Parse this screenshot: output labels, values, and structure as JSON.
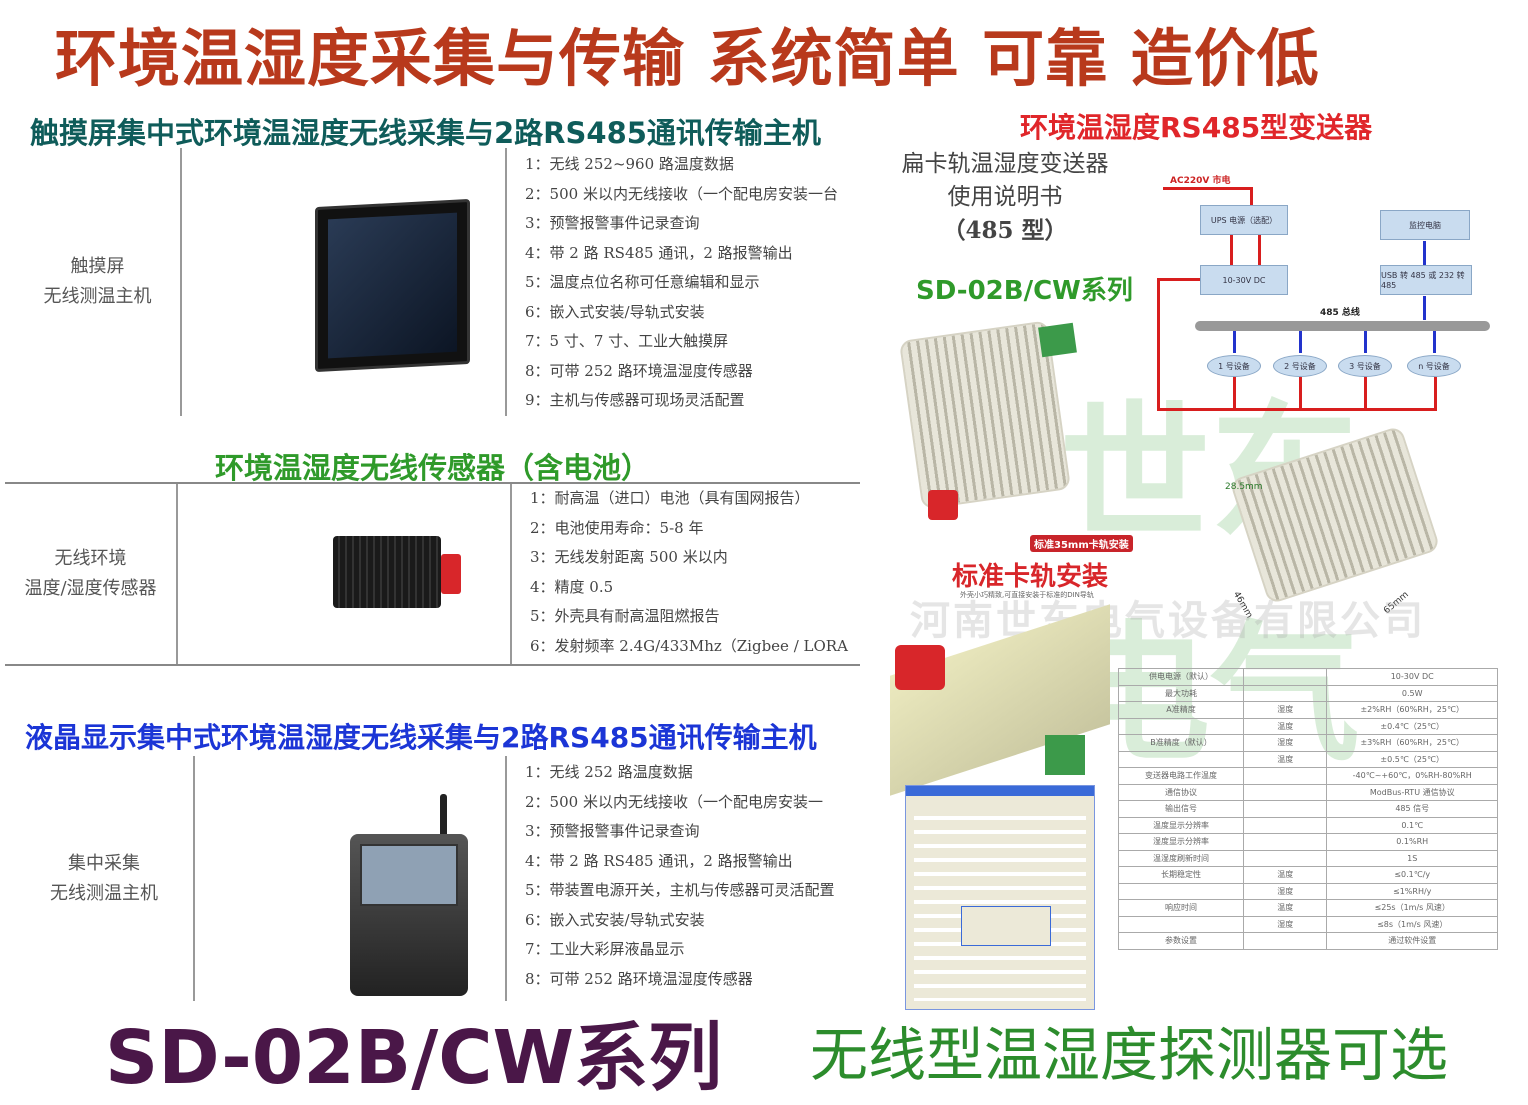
{
  "title": "环境温湿度采集与传输 系统简单 可靠 造价低",
  "sections": [
    {
      "heading": "触摸屏集中式环境温湿度无线采集与2路RS485通讯传输主机",
      "heading_color": "#0f5c5a",
      "label_line1": "触摸屏",
      "label_line2": "无线测温主机",
      "features": [
        "1：无线 252~960 路温度数据",
        "2：500 米以内无线接收（一个配电房安装一台",
        "3：预警报警事件记录查询",
        "4：带 2 路 RS485 通讯，2 路报警输出",
        "5：温度点位名称可任意编辑和显示",
        "6：嵌入式安装/导轨式安装",
        "7：5 寸、7 寸、工业大触摸屏",
        "8：可带 252 路环境温湿度传感器",
        "9：主机与传感器可现场灵活配置"
      ]
    },
    {
      "heading": "环境温湿度无线传感器（含电池）",
      "heading_color": "#2f9a2a",
      "label_line1": "无线环境",
      "label_line2": "温度/湿度传感器",
      "features": [
        "1：耐高温（进口）电池（具有国网报告）",
        "2：电池使用寿命：5-8 年",
        "3：无线发射距离 500 米以内",
        "4：精度 0.5",
        "5：外壳具有耐高温阻燃报告",
        "6：发射频率 2.4G/433Mhz（Zigbee / LORA"
      ]
    },
    {
      "heading": "液晶显示集中式环境温湿度无线采集与2路RS485通讯传输主机",
      "heading_color": "#1b35d6",
      "label_line1": "集中采集",
      "label_line2": "无线测温主机",
      "features": [
        "1：无线 252 路温度数据",
        "2：500 米以内无线接收（一个配电房安装一",
        "3：预警报警事件记录查询",
        "4：带 2 路 RS485 通讯，2 路报警输出",
        "5：带装置电源开关，主机与传感器可灵活配置",
        "6：嵌入式安装/导轨式安装",
        "7：工业大彩屏液晶显示",
        "8：可带 252 路环境温湿度传感器"
      ]
    }
  ],
  "right": {
    "heading": "环境温湿度RS485型变送器",
    "manual": [
      "扁卡轨温湿度变送器",
      "使用说明书",
      "（485 型）"
    ],
    "series": "SD-02B/CW系列",
    "diagram": {
      "power_in": "AC220V 市电",
      "ups": "UPS 电源（选配）",
      "dc": "10-30V DC",
      "monitor": "监控电脑",
      "converter": "USB 转 485 或 232 转 485",
      "bus": "485 总线",
      "devices": [
        "1 号设备",
        "2 号设备",
        "3 号设备",
        "n 号设备"
      ]
    },
    "rail_badge": "标准35mm卡轨安装",
    "rail_title": "标准卡轨安装",
    "rail_sub": "外壳小巧精致,可直接安装于标准的DIN导轨",
    "dims": [
      "28.5mm",
      "46mm",
      "65mm"
    ],
    "watermark": "河南世东电气设备有限公司",
    "watermark_big": [
      "世东",
      "电气"
    ],
    "spec_rows": [
      [
        "供电电源（默认）",
        "",
        "10-30V DC"
      ],
      [
        "最大功耗",
        "",
        "0.5W"
      ],
      [
        "A准精度",
        "湿度",
        "±2%RH（60%RH，25℃）"
      ],
      [
        "",
        "温度",
        "±0.4℃（25℃）"
      ],
      [
        "B准精度（默认）",
        "湿度",
        "±3%RH（60%RH，25℃）"
      ],
      [
        "",
        "温度",
        "±0.5℃（25℃）"
      ],
      [
        "变送器电路工作温度",
        "",
        "-40℃~+60℃，0%RH-80%RH"
      ],
      [
        "通信协议",
        "",
        "ModBus-RTU 通信协议"
      ],
      [
        "输出信号",
        "",
        "485 信号"
      ],
      [
        "温度显示分辨率",
        "",
        "0.1℃"
      ],
      [
        "湿度显示分辨率",
        "",
        "0.1%RH"
      ],
      [
        "温湿度刷新时间",
        "",
        "1S"
      ],
      [
        "长期稳定性",
        "温度",
        "≤0.1℃/y"
      ],
      [
        "",
        "湿度",
        "≤1%RH/y"
      ],
      [
        "响应时间",
        "温度",
        "≤25s（1m/s 风速）"
      ],
      [
        "",
        "湿度",
        "≤8s（1m/s 风速）"
      ],
      [
        "参数设置",
        "",
        "通过软件设置"
      ]
    ]
  },
  "bottom": {
    "series": "SD-02B/CW系列",
    "series_color": "#4a1748",
    "tagline": "无线型温湿度探测器可选",
    "tagline_color": "#2c8c2c"
  },
  "colors": {
    "title": "#b8391c",
    "right_heading": "#e0262a",
    "series_green": "#2f9a2a"
  }
}
